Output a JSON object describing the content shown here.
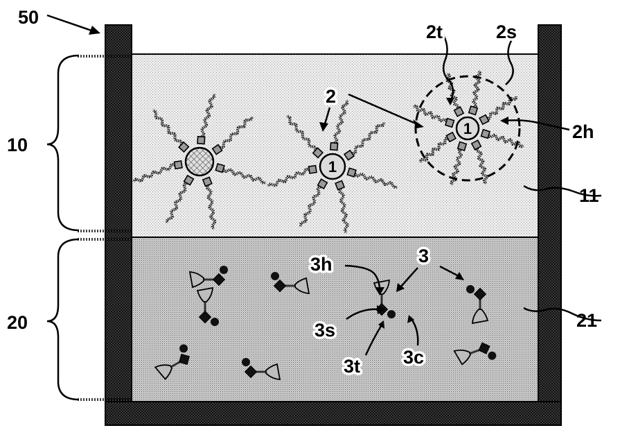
{
  "labels": {
    "container": "50",
    "upper_layer": "10",
    "lower_layer": "20",
    "upper_medium": "11",
    "lower_medium": "21",
    "particle_group": "2",
    "particle_tail": "2t",
    "particle_shell": "2s",
    "particle_head": "2h",
    "core": "1",
    "molecule_group": "3",
    "molecule_head": "3h",
    "molecule_spacer": "3s",
    "molecule_tail": "3t",
    "molecule_c": "3c"
  },
  "colors": {
    "wall": "#2e2e2e",
    "outline": "#000000",
    "upper_fill": "#ececec",
    "lower_fill": "#cfcfcf",
    "core_fill": "#dcdcdc",
    "head_fill": "#9a9a9a"
  }
}
